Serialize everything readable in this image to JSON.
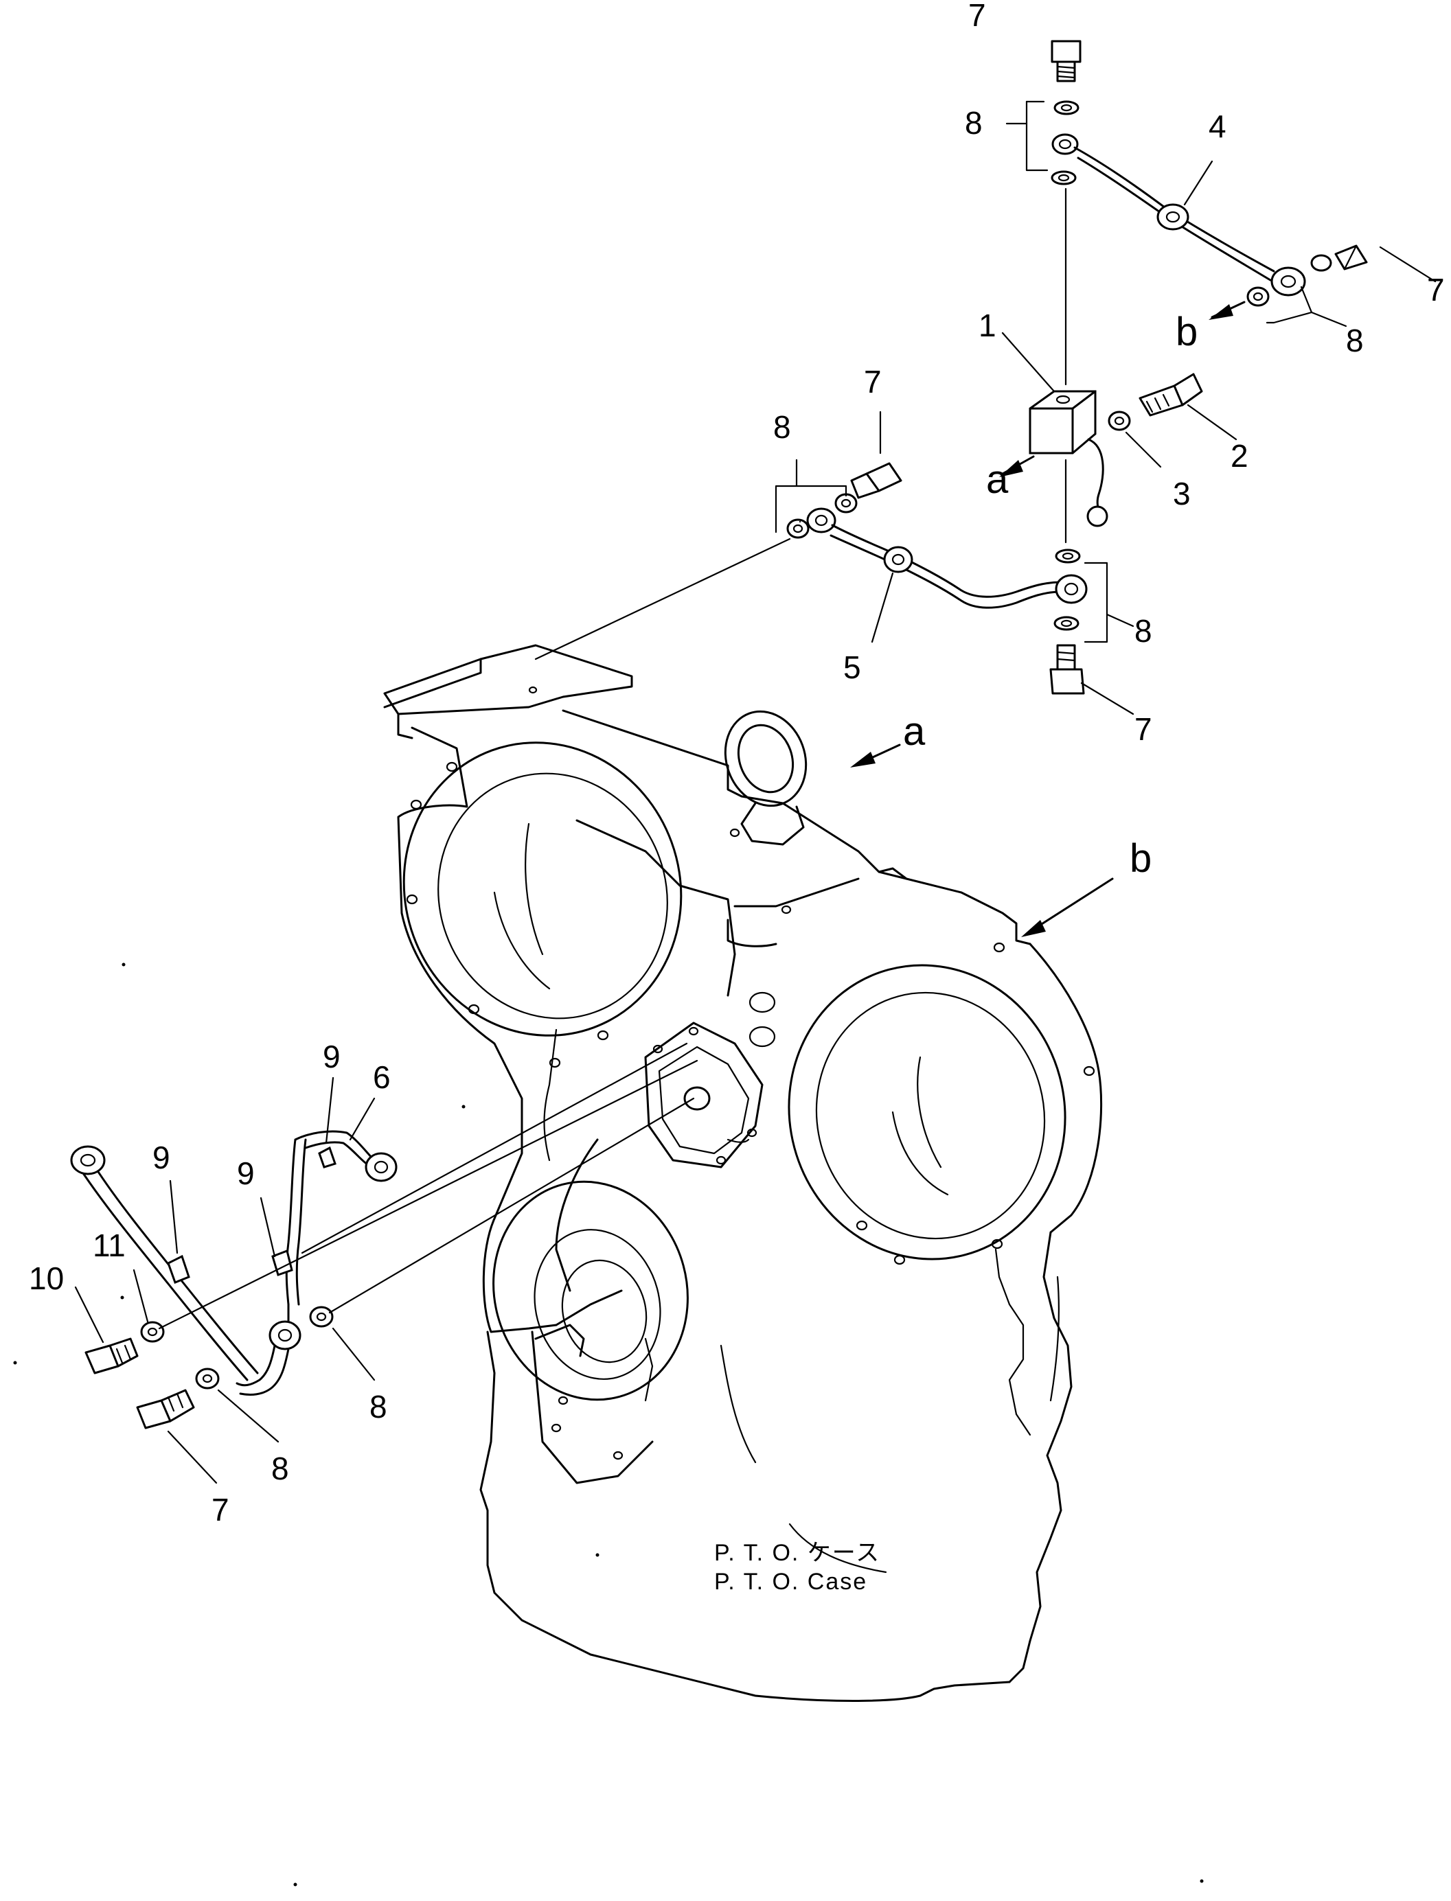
{
  "labels": {
    "top_7": "7",
    "top_8": "8",
    "top_4": "4",
    "right_7": "7",
    "right_8": "8",
    "b_arrow": "b",
    "part_1": "1",
    "part_2": "2",
    "part_3": "3",
    "a_arrow": "a",
    "mid_8": "8",
    "mid_7": "7",
    "part_5": "5",
    "lower_8": "8",
    "lower_7": "7",
    "case_a": "a",
    "case_b": "b",
    "left_9a": "9",
    "left_6": "6",
    "left_9b": "9",
    "left_9c": "9",
    "left_11": "11",
    "left_10": "10",
    "left_8a": "8",
    "left_8b": "8",
    "left_7": "7"
  },
  "caption": {
    "jp": "P. T. O. ケース",
    "en": "P. T. O.  Case"
  }
}
